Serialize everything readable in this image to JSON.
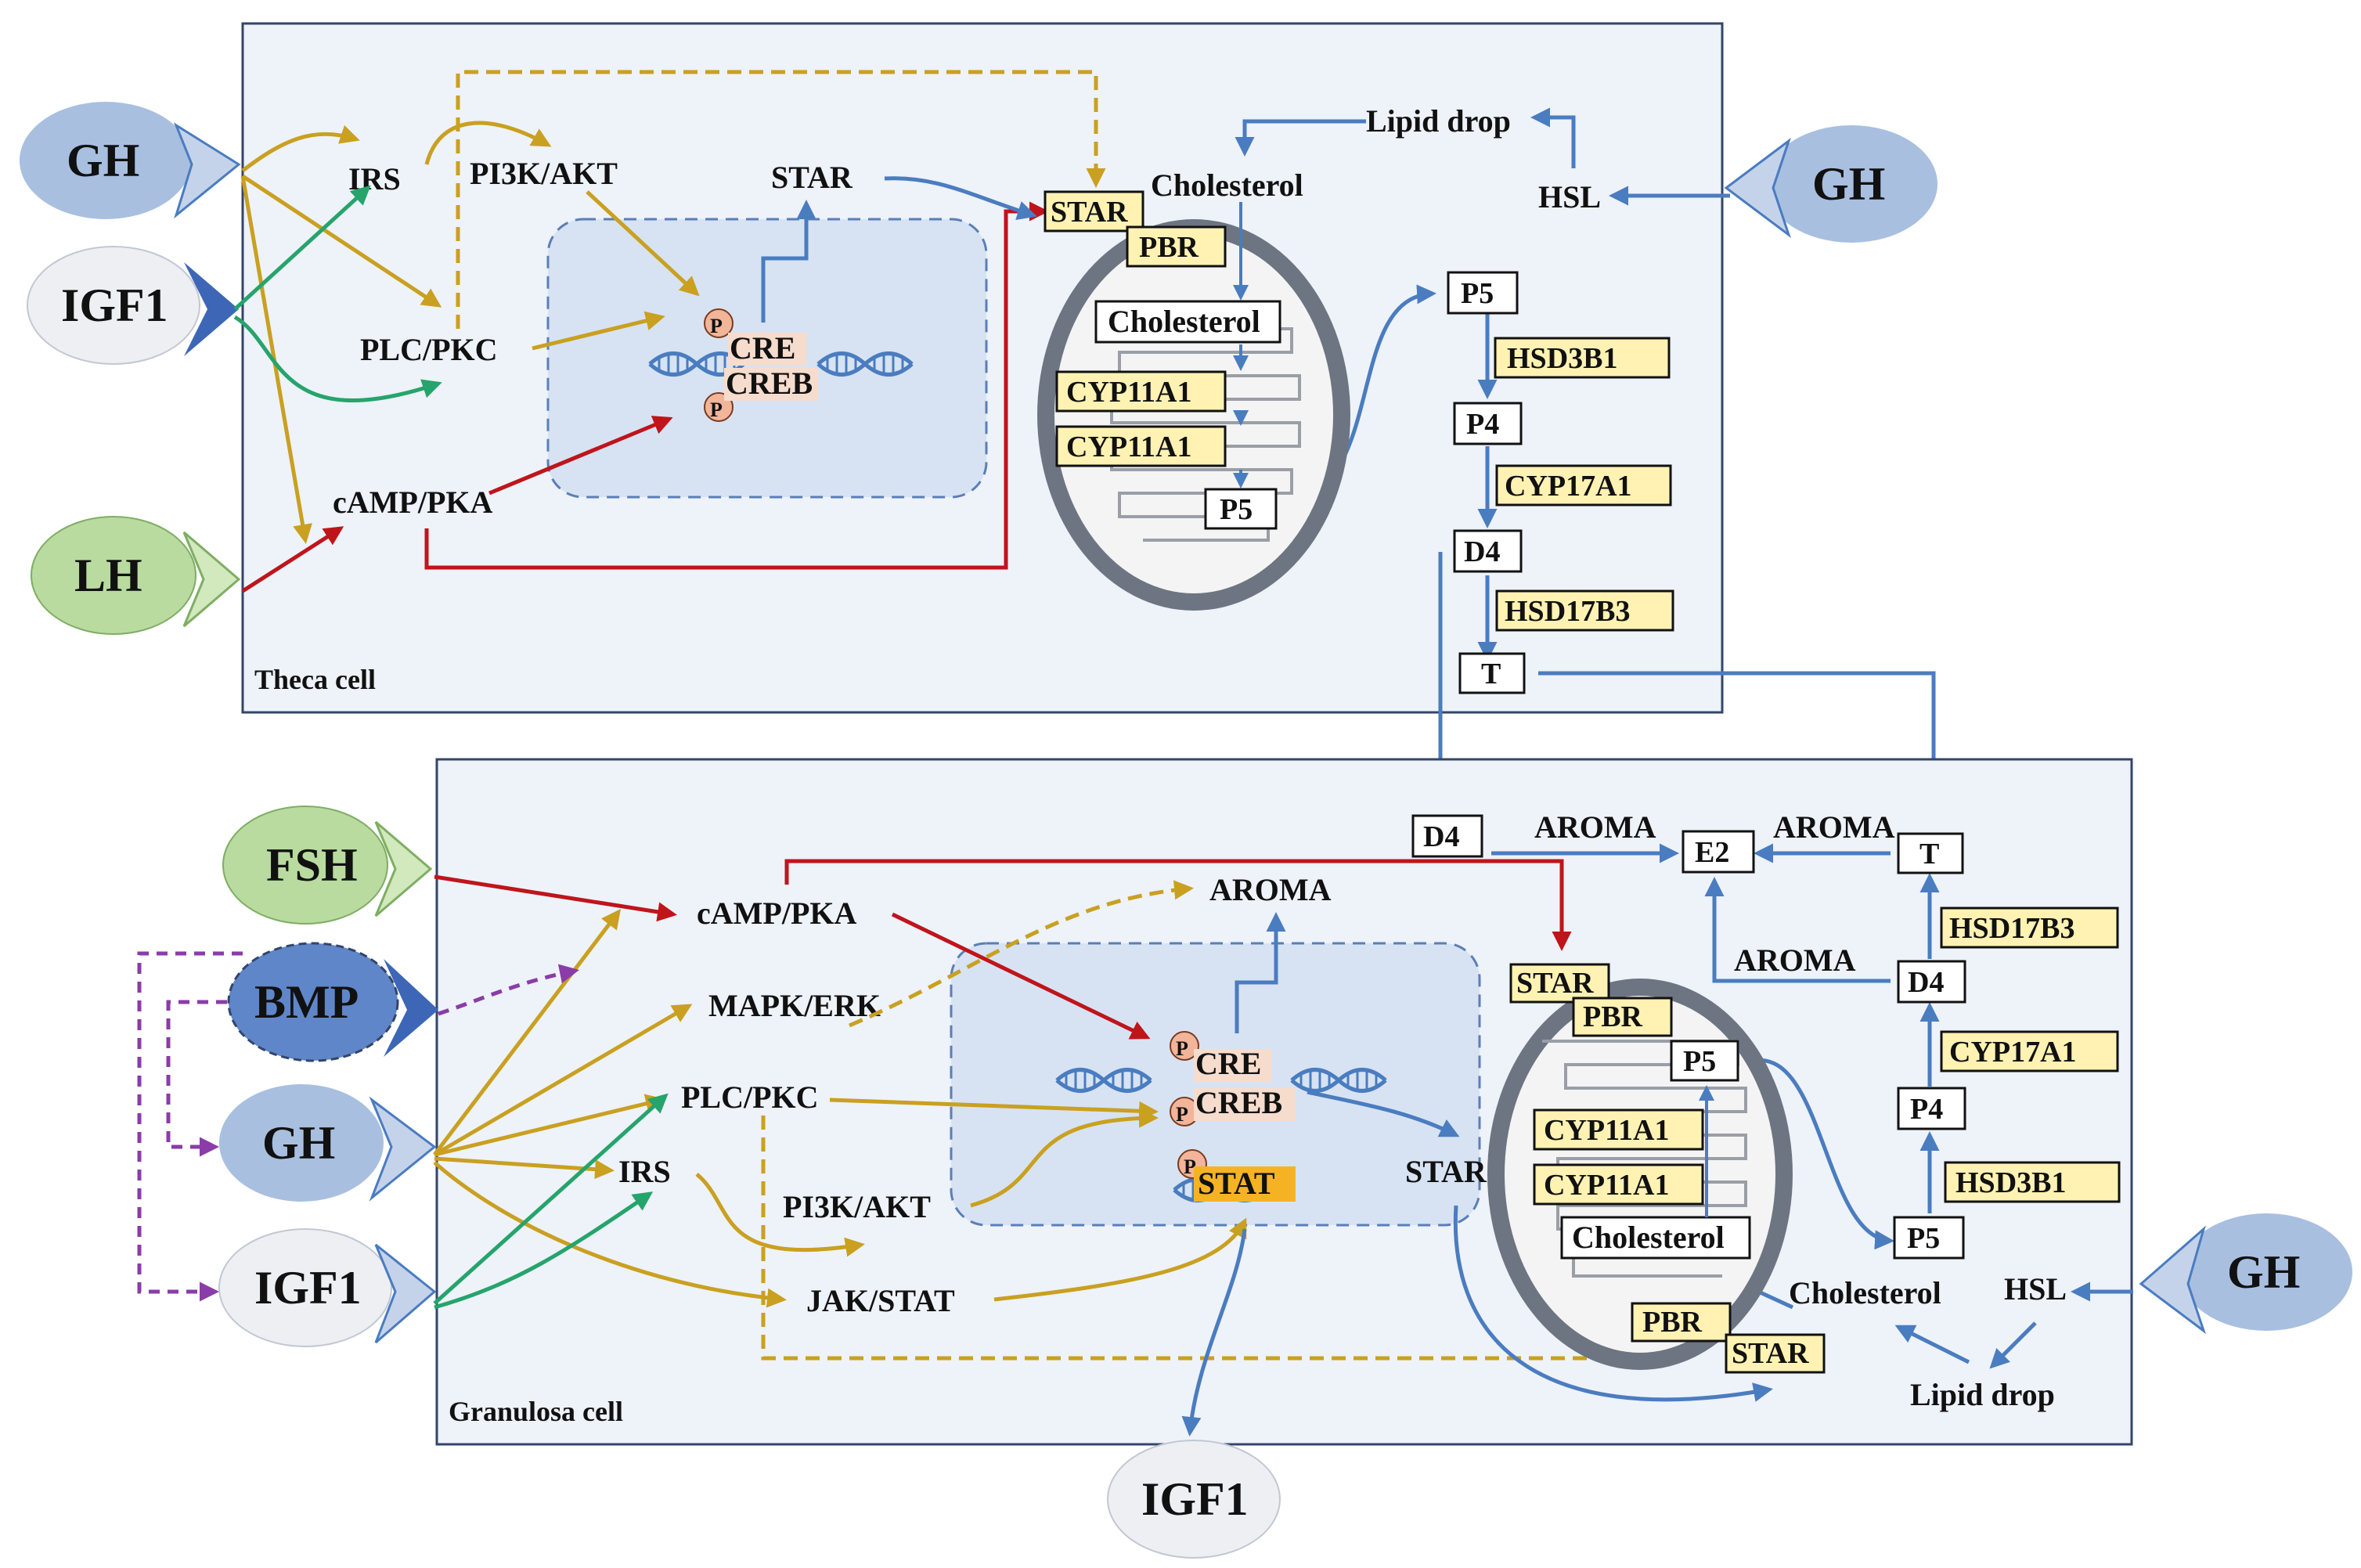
{
  "colors": {
    "cell_fill": "#eef2f9",
    "cell_stroke": "#33456a",
    "nucleus_fill": "#d7e3f3",
    "nucleus_stroke": "#5a7fb8",
    "gold": "#c9a020",
    "green": "#25a46b",
    "red": "#c0141b",
    "blue": "#4a7cc0",
    "purple": "#8a3ca8",
    "yellow_box": "#fff2b3",
    "orange_box": "#f5b324",
    "gh_fill": "#a8bfe0",
    "igf1_fill": "#eeeff3",
    "lh_fill": "#b9dba0",
    "bmp_fill": "#5f86c8",
    "p_fill": "#f2b59a",
    "mito_outer": "#6d7582",
    "mito_inner": "#f4f4f4"
  },
  "theca": {
    "label": "Theca cell",
    "receptors": {
      "gh_left": "GH",
      "igf1": "IGF1",
      "lh": "LH",
      "gh_right": "GH"
    },
    "pathways": {
      "irs": "IRS",
      "pi3k": "PI3K/AKT",
      "plc": "PLC/PKC",
      "camp": "cAMP/PKA",
      "star": "STAR"
    },
    "nucleus": {
      "p1": "P",
      "p2": "P",
      "cre": "CRE",
      "creb": "CREB"
    },
    "mito": {
      "star": "STAR",
      "pbr": "PBR",
      "cholesterol_top": "Cholesterol",
      "cholesterol_box": "Cholesterol",
      "cyp1": "CYP11A1",
      "cyp2": "CYP11A1",
      "p5": "P5"
    },
    "lipid": {
      "lipid_drop": "Lipid drop",
      "hsl": "HSL"
    },
    "steroid": {
      "p5": "P5",
      "hsd3b1": "HSD3B1",
      "p4": "P4",
      "cyp17a1": "CYP17A1",
      "d4": "D4",
      "hsd17b3": "HSD17B3",
      "t": "T"
    }
  },
  "granulosa": {
    "label": "Granulosa cell",
    "receptors": {
      "fsh": "FSH",
      "bmp": "BMP",
      "gh_left": "GH",
      "igf1": "IGF1",
      "gh_right": "GH",
      "igf1_out": "IGF1"
    },
    "pathways": {
      "camp": "cAMP/PKA",
      "mapk": "MAPK/ERK",
      "plc": "PLC/PKC",
      "irs": "IRS",
      "pi3k": "PI3K/AKT",
      "jak": "JAK/STAT",
      "aroma_top": "AROMA",
      "star": "STAR"
    },
    "nucleus": {
      "p1": "P",
      "p2": "P",
      "p3": "P",
      "cre": "CRE",
      "creb": "CREB",
      "stat": "STAT"
    },
    "mito": {
      "star_top": "STAR",
      "pbr_top": "PBR",
      "p5": "P5",
      "cyp1": "CYP11A1",
      "cyp2": "CYP11A1",
      "cholesterol_box": "Cholesterol",
      "pbr_bottom": "PBR",
      "star_bottom": "STAR"
    },
    "lipid": {
      "cholesterol": "Cholesterol",
      "hsl": "HSL",
      "lipid_drop": "Lipid drop"
    },
    "steroid": {
      "d4_left": "D4",
      "aroma1": "AROMA",
      "e2": "E2",
      "aroma2": "AROMA",
      "t": "T",
      "hsd17b3": "HSD17B3",
      "aroma3": "AROMA",
      "d4_right": "D4",
      "cyp17a1": "CYP17A1",
      "p4": "P4",
      "hsd3b1": "HSD3B1",
      "p5": "P5"
    }
  }
}
